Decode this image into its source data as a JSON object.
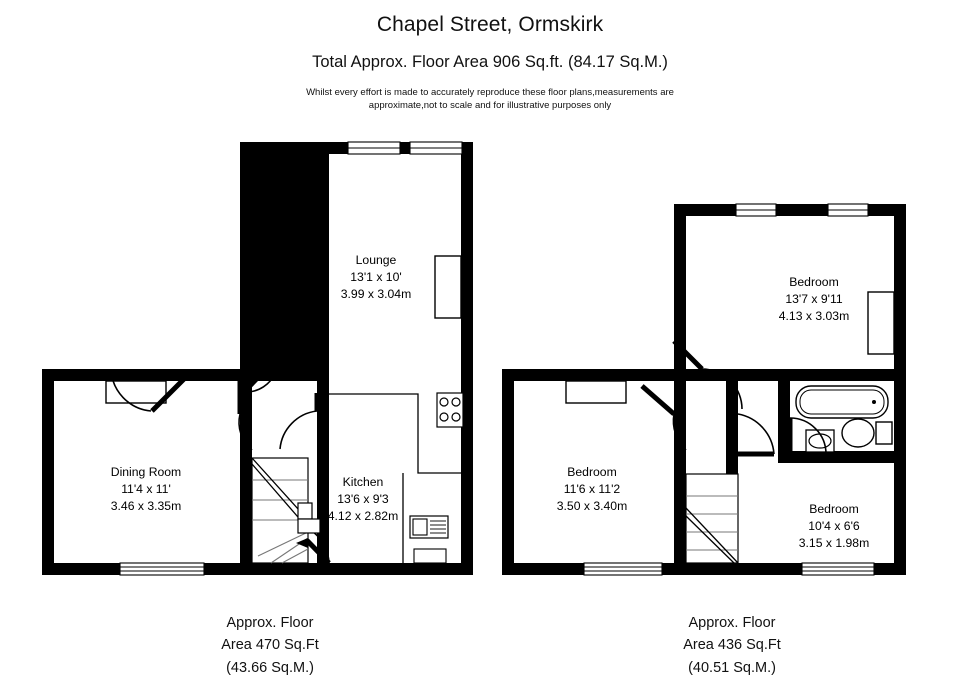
{
  "header": {
    "title": "Chapel Street, Ormskirk",
    "subtitle": "Total Approx. Floor Area 906 Sq.ft. (84.17 Sq.M.)",
    "disclaimer_line1": "Whilst every effort is made to accurately reproduce these floor plans,measurements are",
    "disclaimer_line2": "approximate,not to scale and for illustrative purposes only"
  },
  "ground_floor": {
    "rooms": [
      {
        "name": "Lounge",
        "imperial": "13'1 x 10'",
        "metric": "3.99 x 3.04m"
      },
      {
        "name": "Dining Room",
        "imperial": "11'4 x 11'",
        "metric": "3.46 x 3.35m"
      },
      {
        "name": "Kitchen",
        "imperial": "13'6 x 9'3",
        "metric": "4.12 x 2.82m"
      }
    ],
    "footer_line1": "Approx. Floor",
    "footer_line2": "Area 470 Sq.Ft",
    "footer_line3": "(43.66 Sq.M.)"
  },
  "first_floor": {
    "rooms": [
      {
        "name": "Bedroom",
        "imperial": "13'7 x 9'11",
        "metric": "4.13 x 3.03m"
      },
      {
        "name": "Bedroom",
        "imperial": "11'6 x 11'2",
        "metric": "3.50 x 3.40m"
      },
      {
        "name": "Bedroom",
        "imperial": "10'4 x 6'6",
        "metric": "3.15 x 1.98m"
      }
    ],
    "footer_line1": "Approx. Floor",
    "footer_line2": "Area 436 Sq.Ft",
    "footer_line3": "(40.51 Sq.M.)"
  },
  "colors": {
    "wall": "#000000",
    "background": "#ffffff",
    "fixture_stroke": "#000000"
  }
}
